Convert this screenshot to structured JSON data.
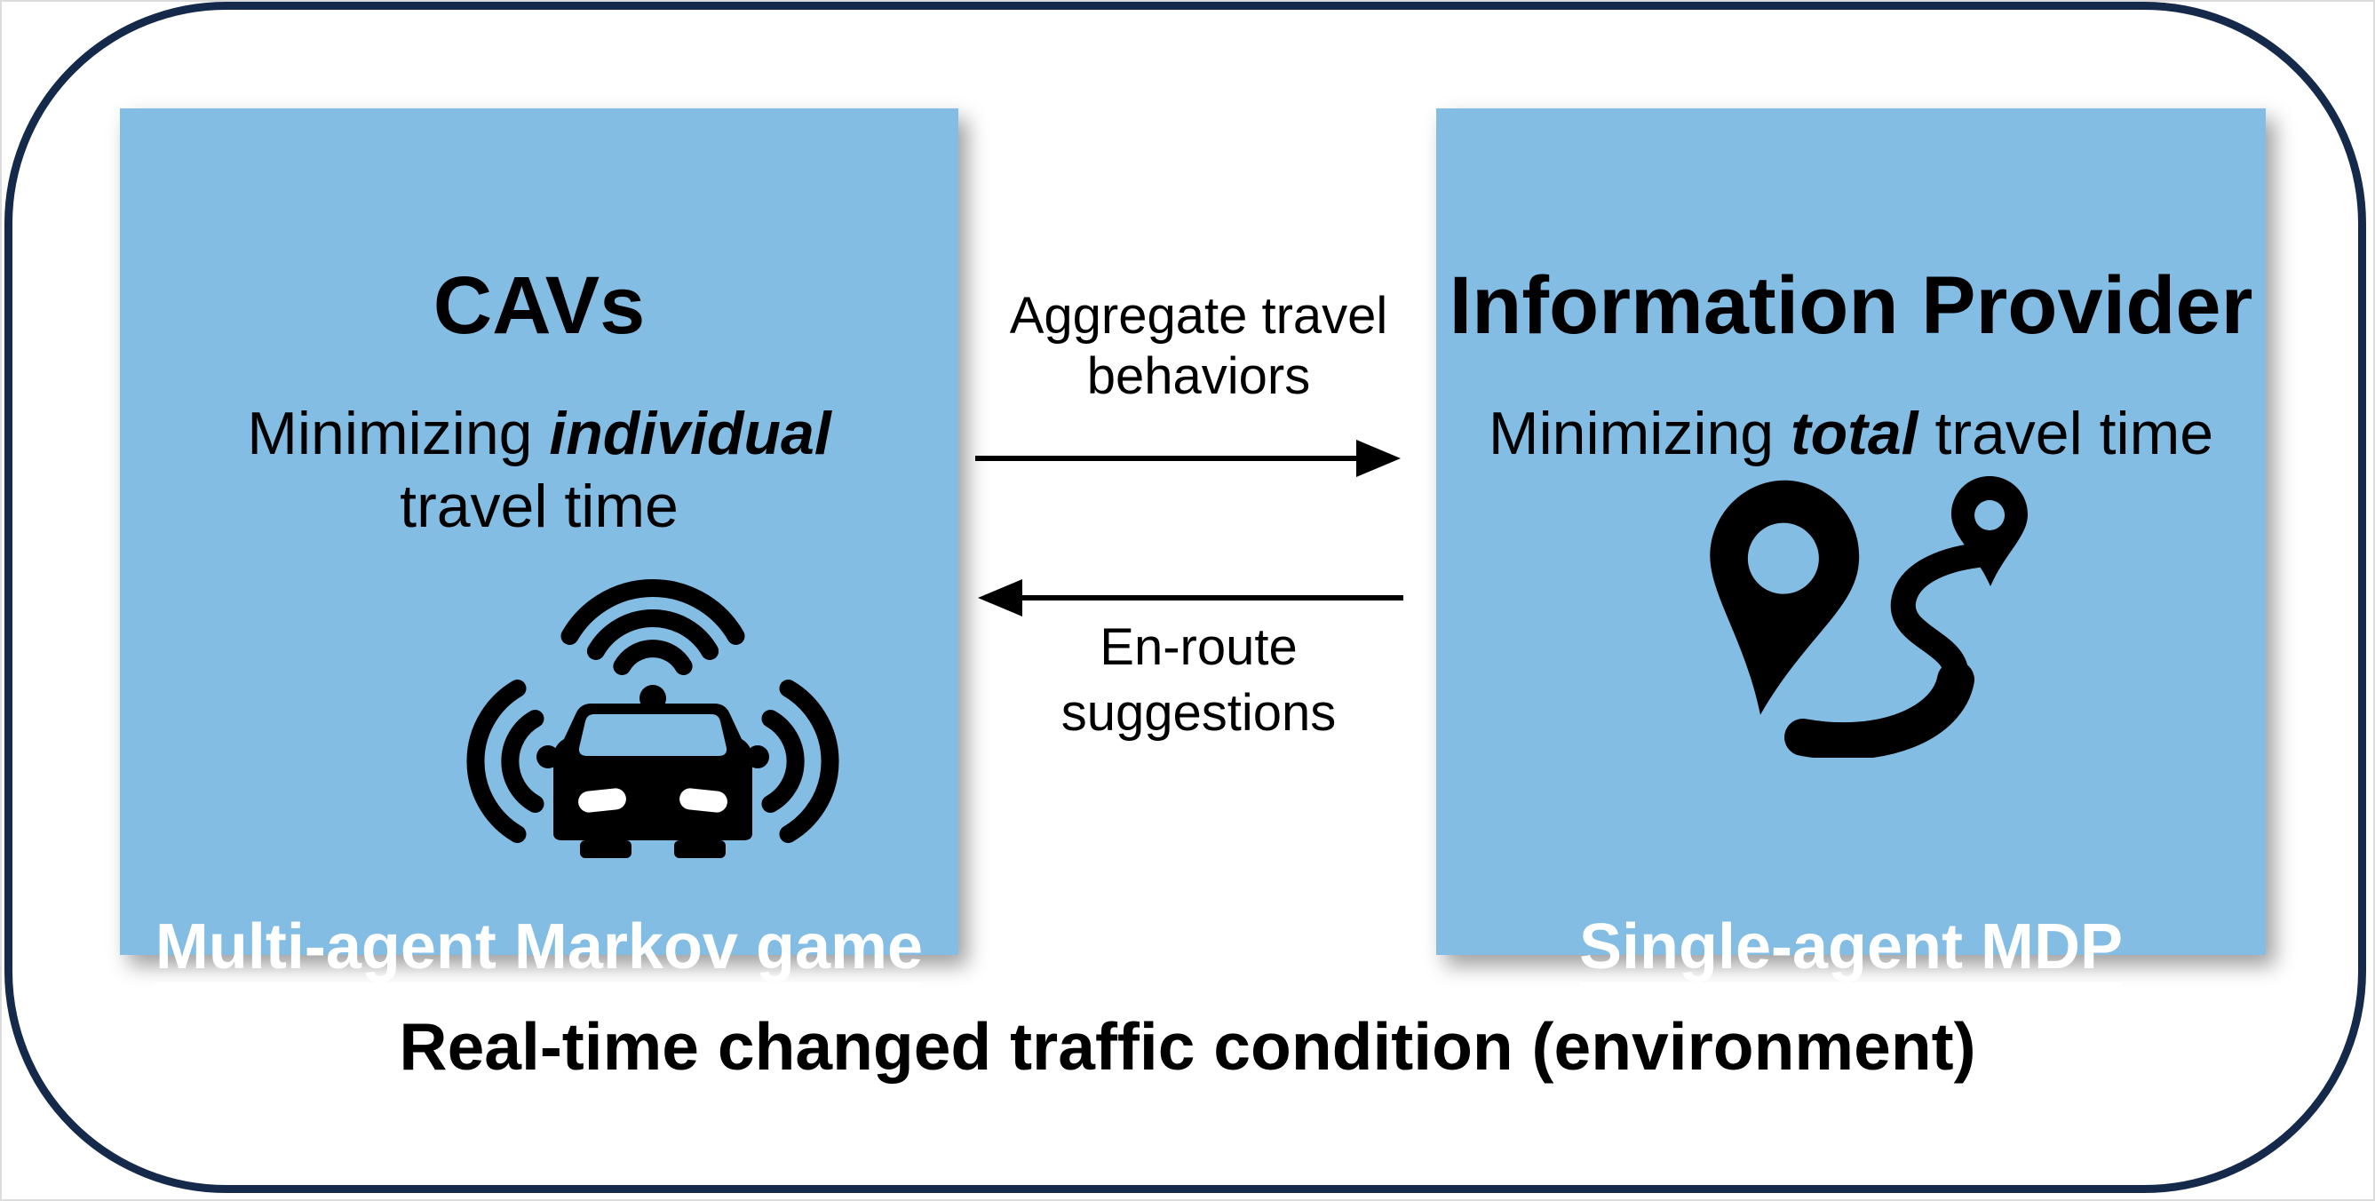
{
  "diagram_title": "Real-time changed traffic condition (environment)",
  "colors": {
    "box_fill": "#83bde4",
    "frame_navy": "#15294a",
    "text_black": "#000000",
    "label_white": "#ffffff",
    "canvas_bg": "#ffffff"
  },
  "left_box": {
    "title": "CAVs",
    "subtitle_prefix": "Minimizing ",
    "subtitle_emphasis": "individual",
    "subtitle_line2": "travel time",
    "icon": "connected-car-icon",
    "label": "Multi-agent Markov game"
  },
  "right_box": {
    "title": "Information Provider",
    "subtitle_prefix": "Minimizing ",
    "subtitle_emphasis": "total",
    "subtitle_suffix": " travel time",
    "icon": "route-icon",
    "label": "Single-agent MDP"
  },
  "exchange": {
    "to_provider_line1": "Aggregate travel",
    "to_provider_line2": "behaviors",
    "to_cavs_line1": "En-route",
    "to_cavs_line2": "suggestions"
  },
  "footer": {
    "text": "Real-time changed traffic condition (environment)"
  }
}
